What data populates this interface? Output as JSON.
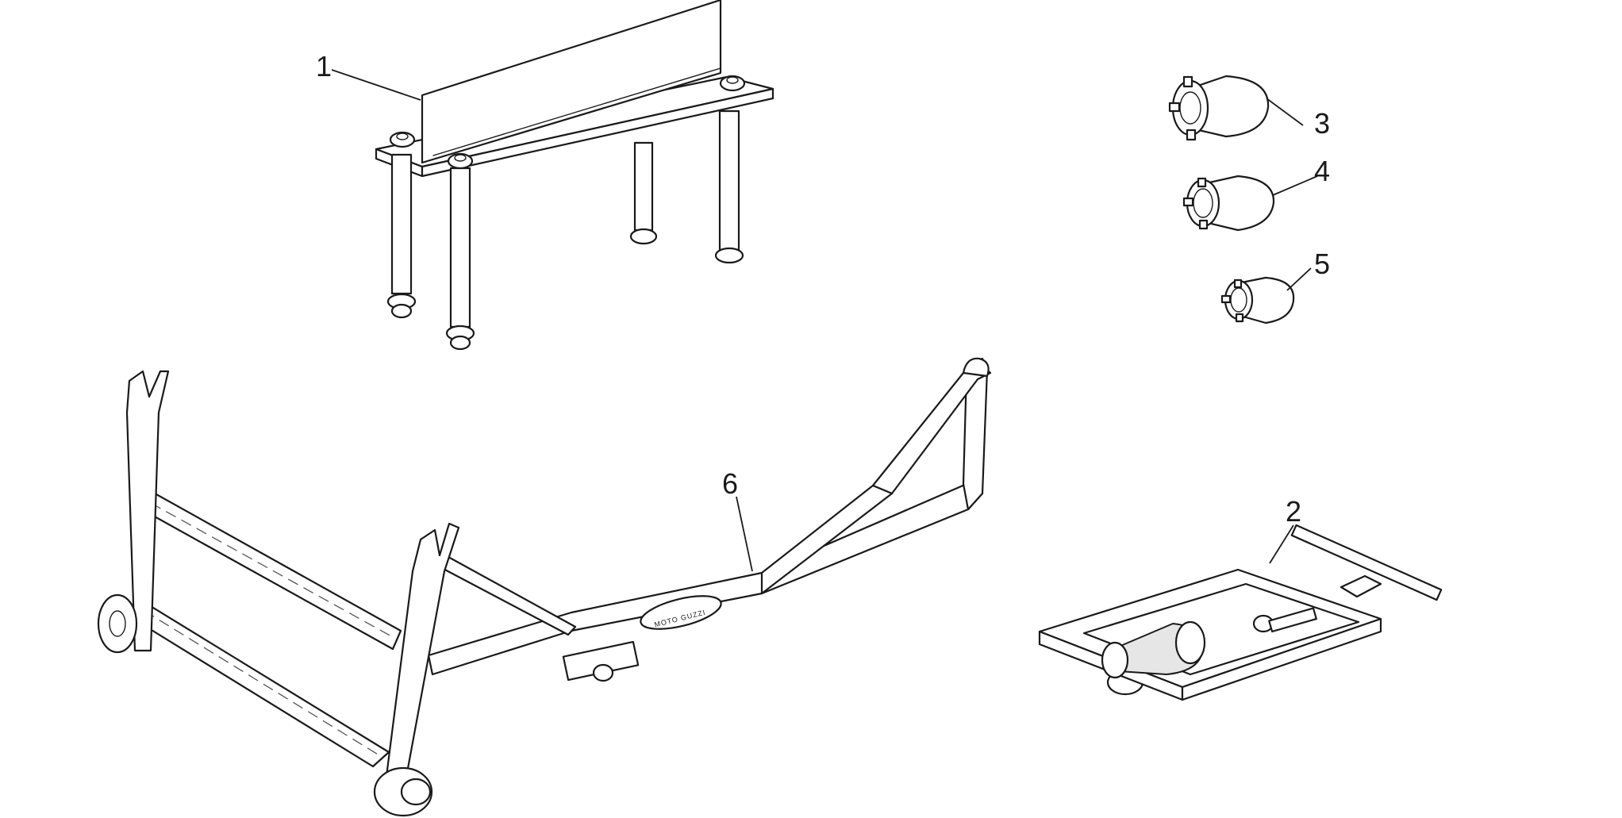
{
  "callouts": [
    {
      "id": "1",
      "label": "1"
    },
    {
      "id": "2",
      "label": "2"
    },
    {
      "id": "3",
      "label": "3"
    },
    {
      "id": "4",
      "label": "4"
    },
    {
      "id": "5",
      "label": "5"
    },
    {
      "id": "6",
      "label": "6"
    }
  ],
  "logo": {
    "text": "MOTO GUZZI"
  },
  "colors": {
    "ink": "#1a1a1a",
    "paper": "#ffffff",
    "shade": "#e6e6e6"
  }
}
